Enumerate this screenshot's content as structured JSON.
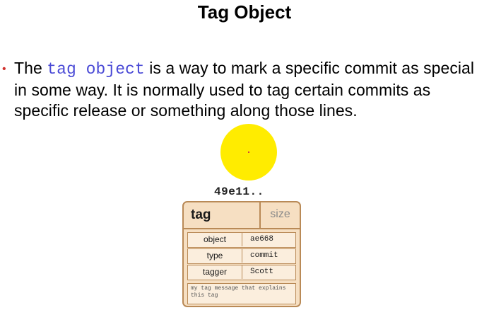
{
  "slide": {
    "title": "Tag Object",
    "bullet_marker": "•",
    "bullet": {
      "text_before": "The ",
      "code_term": "tag object",
      "text_after": " is a way to mark a specific commit as special in some way. It is normally used to tag certain commits as specific release or something along those lines."
    }
  },
  "colors": {
    "bullet": "#d0312d",
    "code_term": "#4a4ad6",
    "cursor_highlight": "#ffec00",
    "card_fill": "#f6dfc2",
    "card_border": "#b98a57"
  },
  "tag_object": {
    "sha": "49e11..",
    "type_label": "tag",
    "size_label": "size",
    "rows": [
      {
        "key": "object",
        "value": "ae668"
      },
      {
        "key": "type",
        "value": "commit"
      },
      {
        "key": "tagger",
        "value": "Scott"
      }
    ],
    "message": "my tag message that explains this tag"
  }
}
